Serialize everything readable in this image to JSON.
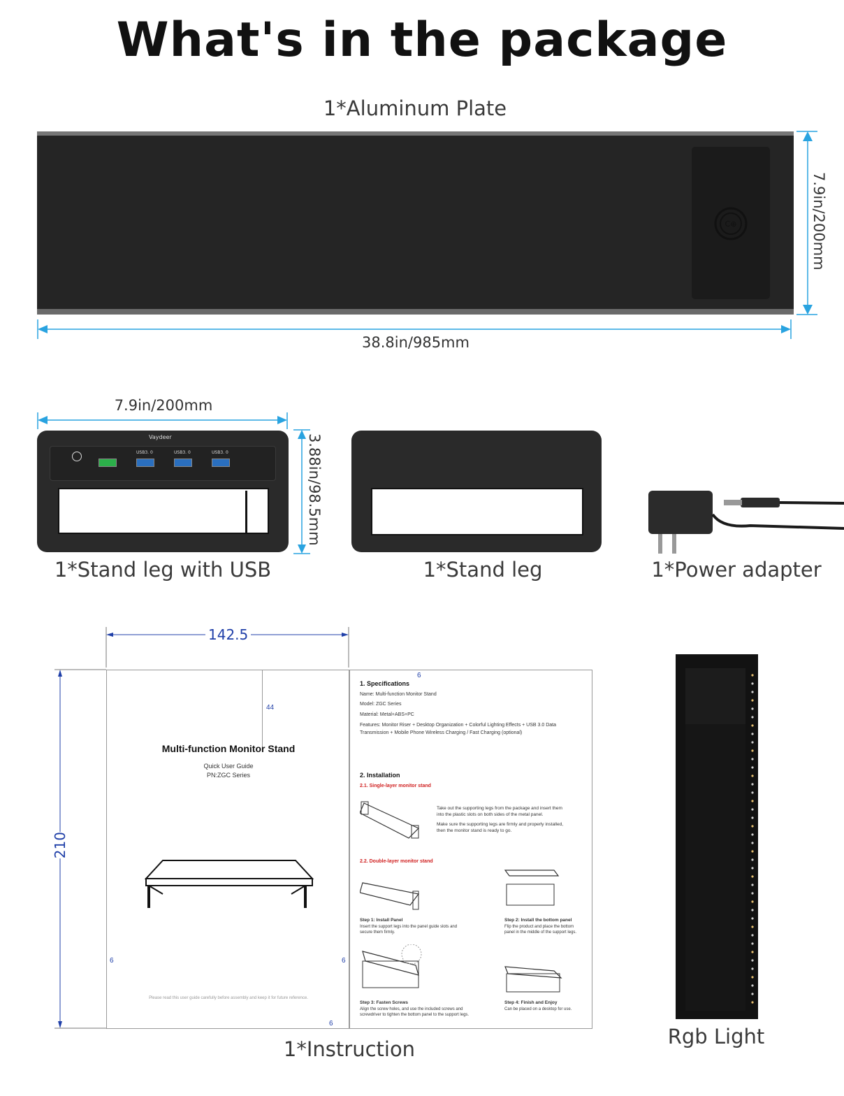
{
  "title": "What's in the package",
  "items": {
    "plate": {
      "label": "1*Aluminum Plate",
      "width": "38.8in/985mm",
      "height": "7.9in/200mm"
    },
    "stand_leg_usb": {
      "label": "1*Stand leg with USB",
      "width": "7.9in/200mm",
      "height": "3.88in/98.5mm",
      "brand": "Vaydeer",
      "ports": [
        "USB3. 0",
        "USB3. 0",
        "USB3. 0"
      ]
    },
    "stand_leg": {
      "label": "1*Stand leg"
    },
    "power_adapter": {
      "label": "1*Power adapter"
    },
    "instruction": {
      "label": "1*Instruction",
      "width_dim": "142.5",
      "height_dim": "210"
    },
    "rgb_light": {
      "label": "Rgb Light"
    }
  },
  "manual": {
    "cover": {
      "title": "Multi-function Monitor Stand",
      "subtitle": "Quick User Guide",
      "pn": "PN:ZGC Series",
      "footer": "Please read this user guide carefully before assembly and keep it for future reference.",
      "dim_44": "44",
      "dim_6a": "6",
      "dim_6b": "6",
      "dim_6c": "6"
    },
    "inner": {
      "spec_heading": "1. Specifications",
      "spec_name": "Name: Multi-function Monitor Stand",
      "spec_model": "Model: ZGC Series",
      "spec_material": "Material: Metal+ABS+PC",
      "spec_features": "Features: Monitor Riser + Desktop Organization + Colorful Lighting Effects + USB 3.0 Data",
      "spec_features2": "Transmission + Mobile Phone Wireless Charging / Fast Charging (optional)",
      "install_heading": "2. Installation",
      "single_heading": "2.1. Single-layer monitor stand",
      "single_text1": "Take out the supporting legs from the package and insert them",
      "single_text1b": "into the plastic slots on both sides of the metal panel.",
      "single_text2": "Make sure the supporting legs are firmly and properly installed,",
      "single_text2b": "then the monitor stand is ready to go.",
      "double_heading": "2.2. Double-layer monitor stand",
      "step1_title": "Step 1: Install Panel",
      "step1_text": "Insert the support legs into the panel guide slots and",
      "step1_text2": "secure them firmly.",
      "step2_title": "Step 2: Install the bottom panel",
      "step2_text": "Flip the product and place the bottom",
      "step2_text2": "panel in the middle of the support legs.",
      "step3_title": "Step 3: Fasten Screws",
      "step3_text": "Align the screw holes, and use the included screws and",
      "step3_text2": "screwdriver to tighten the bottom panel to the support legs.",
      "step4_title": "Step 4: Finish and Enjoy",
      "step4_text": "Can be placed on a desktop for use.",
      "dim_6": "6"
    }
  },
  "colors": {
    "dimension_line": "#29a3e0",
    "dark_product": "#252525",
    "manual_dim": "#1f3fa8"
  }
}
